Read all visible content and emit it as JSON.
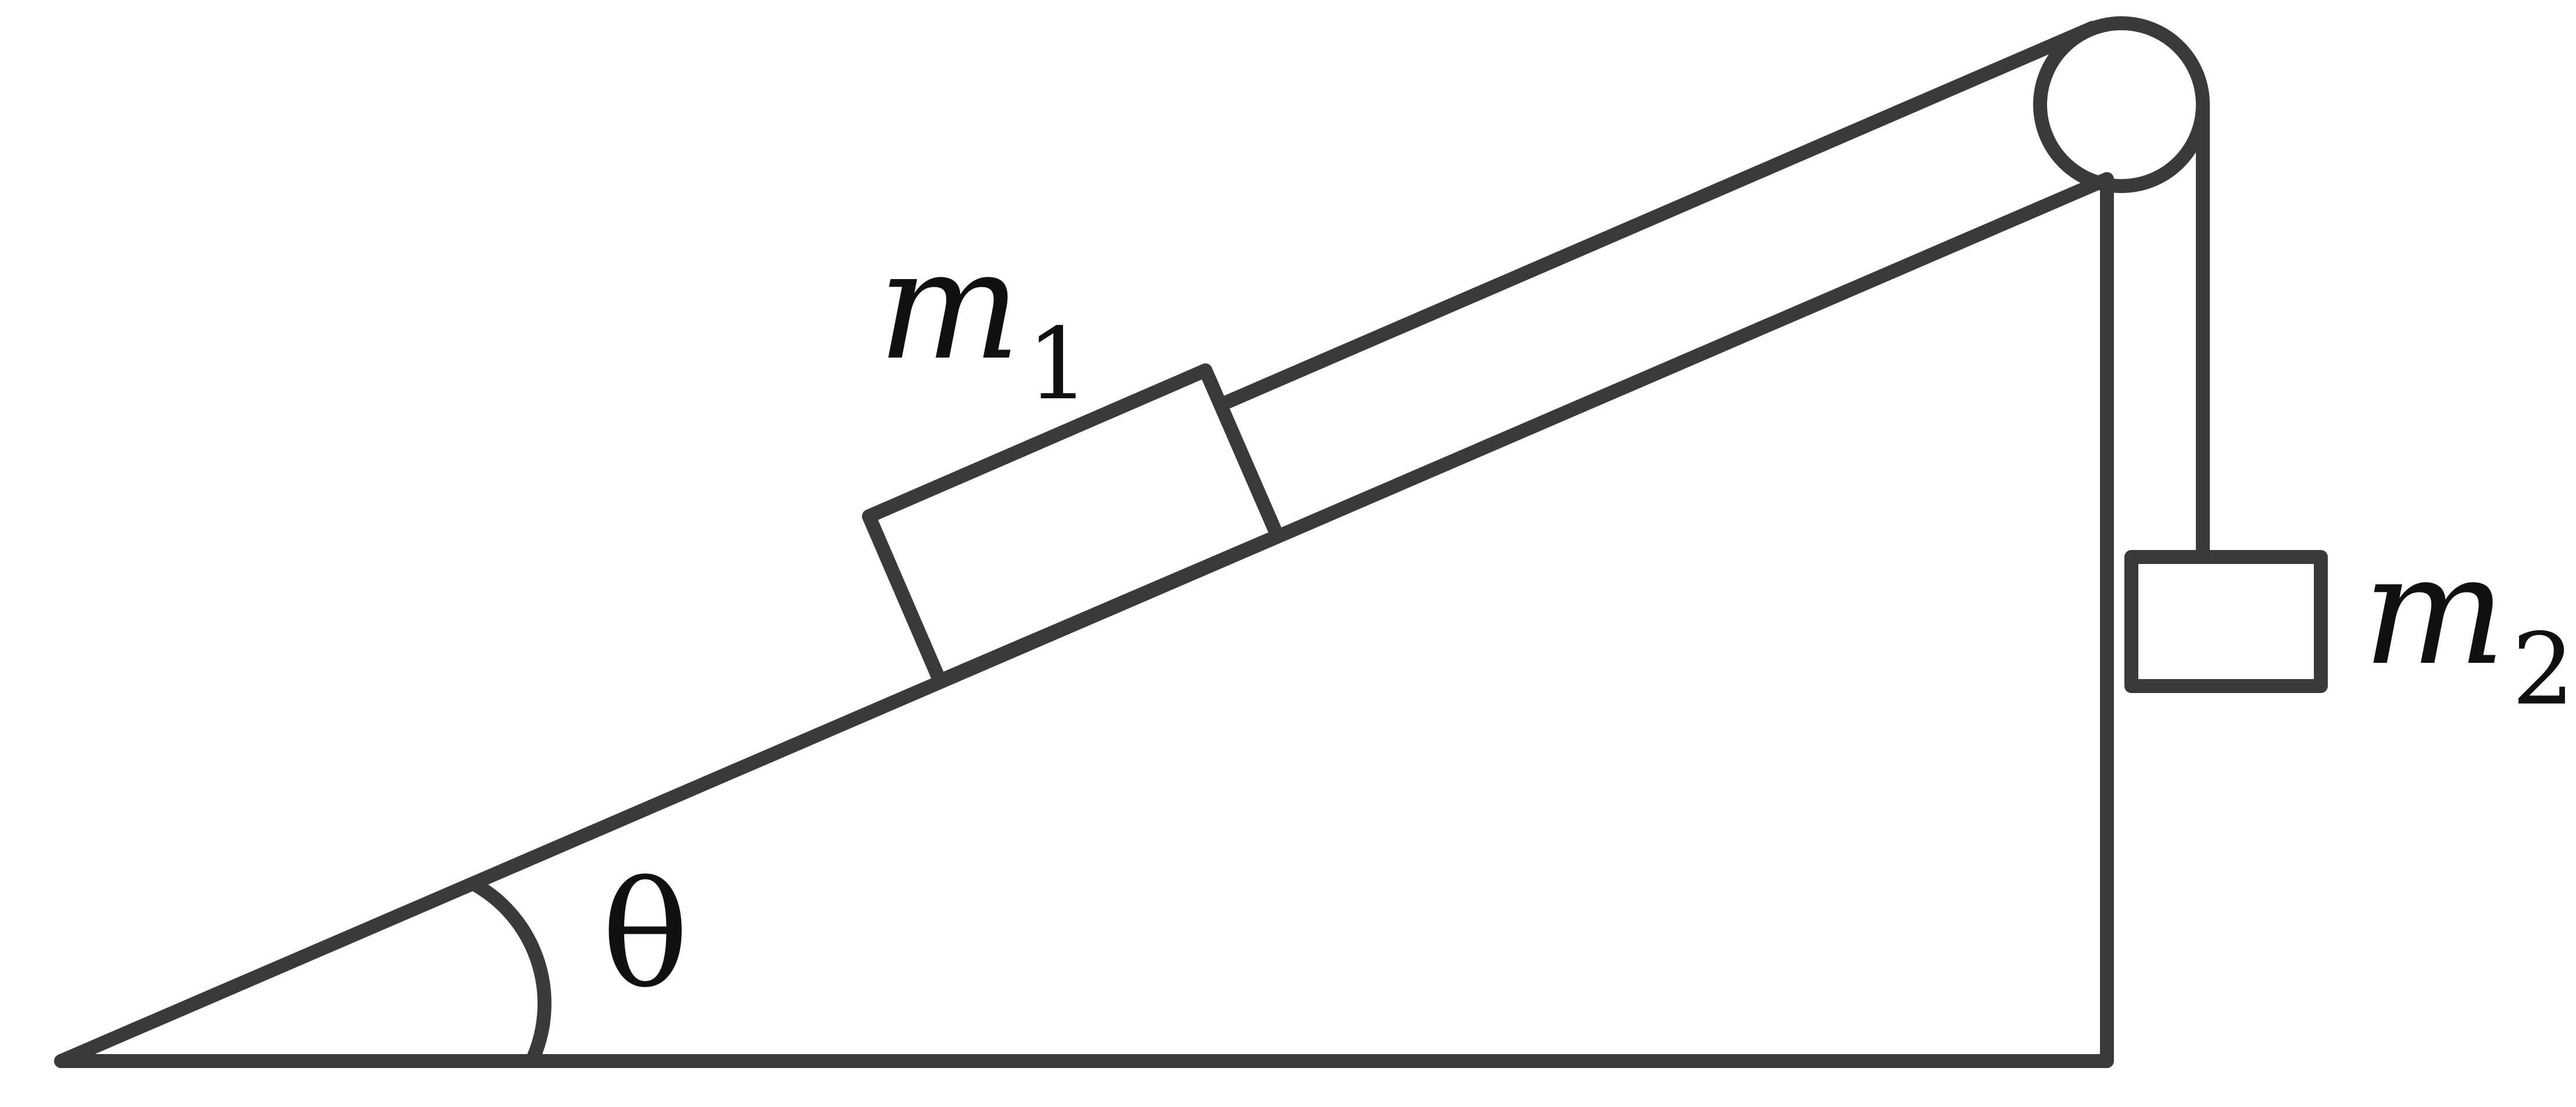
{
  "labels": {
    "mass1": {
      "symbol": "m",
      "subscript": "1"
    },
    "mass2": {
      "symbol": "m",
      "subscript": "2"
    },
    "angle": "θ"
  },
  "colors": {
    "line": "#3a3a3a",
    "text": "#111111",
    "background": "#ffffff"
  }
}
